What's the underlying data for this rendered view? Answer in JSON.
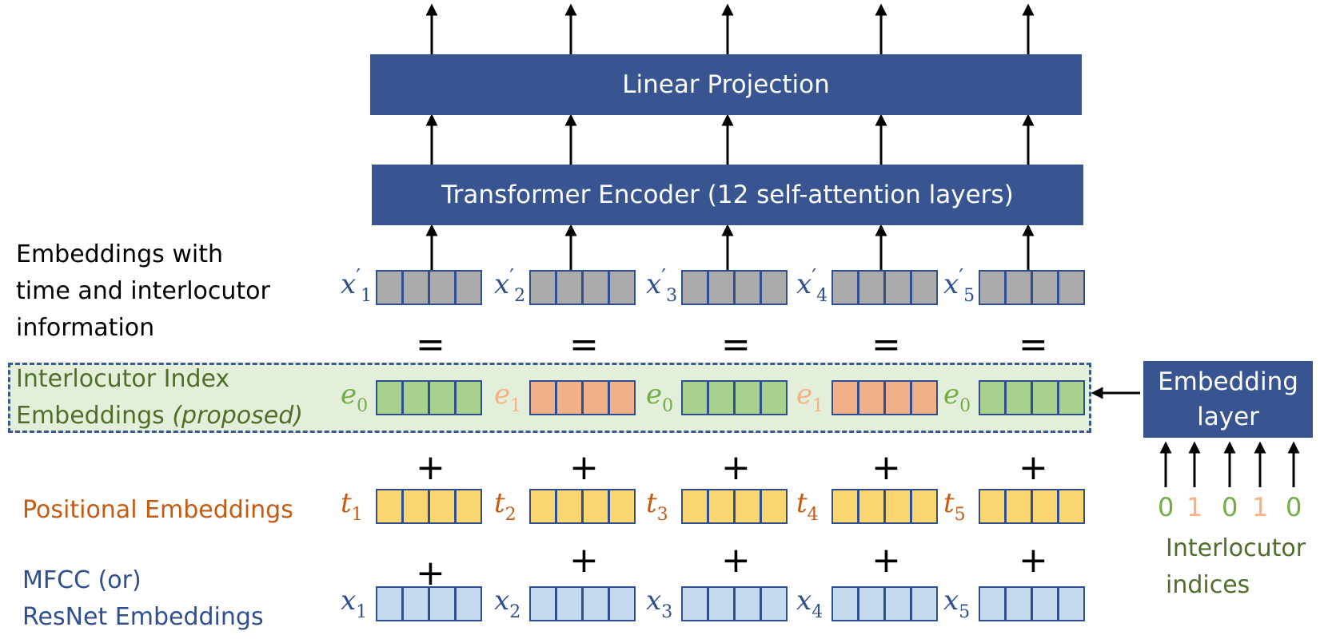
{
  "blocks": {
    "linear_projection": "Linear Projection",
    "transformer_encoder": "Transformer Encoder (12 self-attention layers)",
    "embedding_layer_line1": "Embedding",
    "embedding_layer_line2": "layer"
  },
  "row_labels": {
    "combined_line1": "Embeddings with",
    "combined_line2": "time and interlocutor",
    "combined_line3": "information",
    "interlocutor_line1": "Interlocutor Index",
    "interlocutor_line2_a": "Embeddings ",
    "interlocutor_line2_b": "(proposed)",
    "positional": "Positional Embeddings",
    "mfcc_line1": "MFCC (or)",
    "mfcc_line2": "ResNet Embeddings",
    "indices_line1": "Interlocutor",
    "indices_line2": "indices"
  },
  "operators": {
    "equals": "=",
    "plus": "+"
  },
  "symbols": {
    "combined": [
      {
        "base": "x",
        "sub": "1"
      },
      {
        "base": "x",
        "sub": "2"
      },
      {
        "base": "x",
        "sub": "3"
      },
      {
        "base": "x",
        "sub": "4"
      },
      {
        "base": "x",
        "sub": "5"
      }
    ],
    "interlocutor": [
      {
        "base": "e",
        "sub": "0",
        "speaker": 0
      },
      {
        "base": "e",
        "sub": "1",
        "speaker": 1
      },
      {
        "base": "e",
        "sub": "0",
        "speaker": 0
      },
      {
        "base": "e",
        "sub": "1",
        "speaker": 1
      },
      {
        "base": "e",
        "sub": "0",
        "speaker": 0
      }
    ],
    "positional": [
      {
        "base": "t",
        "sub": "1"
      },
      {
        "base": "t",
        "sub": "2"
      },
      {
        "base": "t",
        "sub": "3"
      },
      {
        "base": "t",
        "sub": "4"
      },
      {
        "base": "t",
        "sub": "5"
      }
    ],
    "input": [
      {
        "base": "x",
        "sub": "1"
      },
      {
        "base": "x",
        "sub": "2"
      },
      {
        "base": "x",
        "sub": "3"
      },
      {
        "base": "x",
        "sub": "4"
      },
      {
        "base": "x",
        "sub": "5"
      }
    ],
    "prime": "′"
  },
  "interlocutor_indices": [
    "0",
    "1",
    "0",
    "1",
    "0"
  ],
  "colors": {
    "block_blue": "#385592",
    "combined_cell": "#ababab",
    "speaker0_cell": "#a9d18e",
    "speaker1_cell": "#f0b08a",
    "positional_cell": "#fbd56f",
    "input_cell": "#c5d9ef",
    "speaker0_text": "#70ad47",
    "speaker1_text": "#f4b183",
    "positional_text": "#c55a11",
    "input_text": "#2f4f8f",
    "green_label": "#4f6e2a",
    "region_fill": "#e4efd9"
  }
}
